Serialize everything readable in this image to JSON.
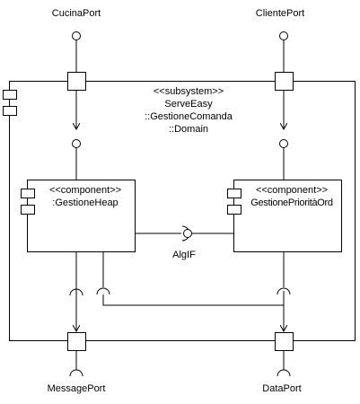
{
  "subsystem": {
    "stereotype": "<<subsystem>>",
    "name_line1": "ServeEasy",
    "name_line2": "::GestioneComanda",
    "name_line3": "::Domain"
  },
  "components": {
    "left": {
      "stereotype": "<<component>>",
      "name": ":GestioneHeap"
    },
    "right": {
      "stereotype": "<<component>>",
      "name": "GestionePrioritàOrd"
    }
  },
  "ports": {
    "cucina": "CucinaPort",
    "cliente": "ClientePort",
    "message": "MessagePort",
    "data": "DataPort"
  },
  "interface": {
    "name": "AlgIF"
  }
}
